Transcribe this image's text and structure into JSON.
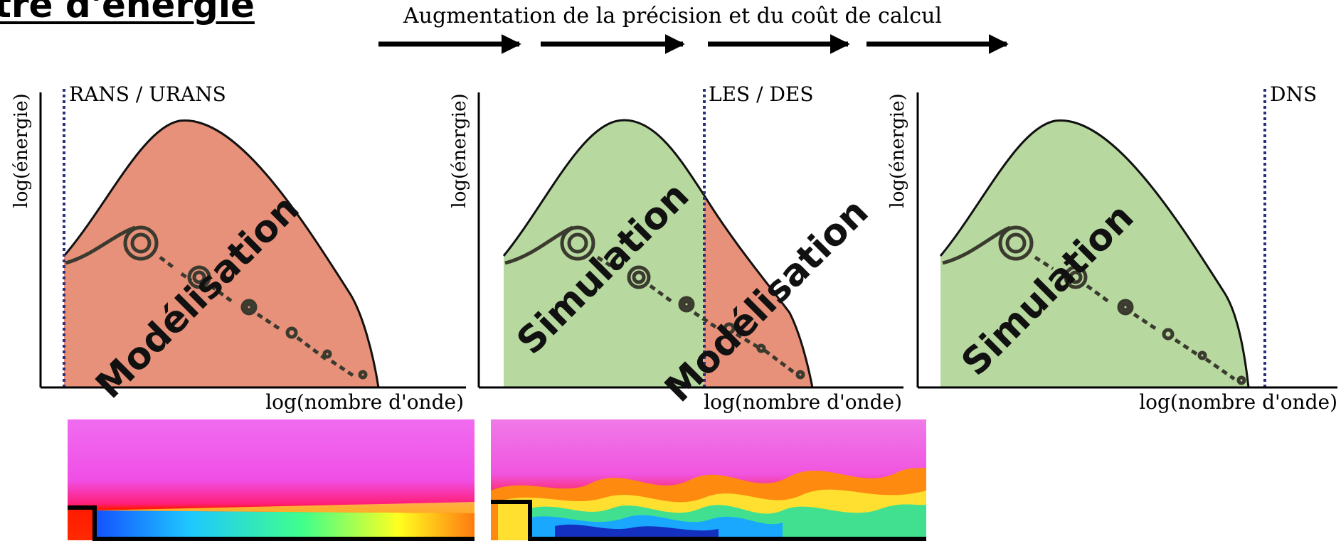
{
  "header": {
    "title_fragment": "tre d'énergie",
    "progress_caption": "Augmentation de la précision et du coût de calcul"
  },
  "panels": [
    {
      "method": "RANS / URANS",
      "y_axis": "log(énergie)",
      "x_axis": "log(nombre d'onde)",
      "regions": [
        "Modélisation"
      ]
    },
    {
      "method": "LES / DES",
      "y_axis": "log(énergie)",
      "x_axis": "log(nombre d'onde)",
      "regions": [
        "Simulation",
        "Modélisation"
      ]
    },
    {
      "method": "DNS",
      "y_axis": "log(énergie)",
      "x_axis": "log(nombre d'onde)",
      "regions": [
        "Simulation"
      ]
    }
  ],
  "colors": {
    "modelisation_fill": "#e8917a",
    "simulation_fill": "#b7d99f",
    "cutoff_line": "#2a2f7c",
    "eddy": "#3a3a2e"
  }
}
